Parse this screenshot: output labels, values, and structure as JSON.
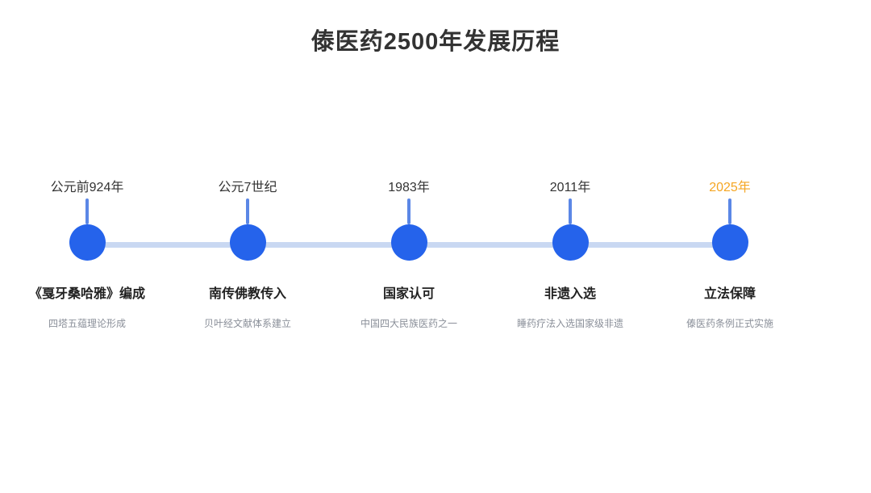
{
  "page": {
    "title": "傣医药2500年发展历程"
  },
  "colors": {
    "node_blue": "#2563eb",
    "stem_blue": "#5b87e6",
    "line_light_blue": "#c9d8f2",
    "highlight_orange": "#f5a623",
    "title_dark": "#333333",
    "subtitle_gray": "#8a8f99"
  },
  "timeline": {
    "items": [
      {
        "date": "公元前924年",
        "title": "《戛牙桑哈雅》编成",
        "subtitle": "四塔五蕴理论形成",
        "highlight": false
      },
      {
        "date": "公元7世纪",
        "title": "南传佛教传入",
        "subtitle": "贝叶经文献体系建立",
        "highlight": false
      },
      {
        "date": "1983年",
        "title": "国家认可",
        "subtitle": "中国四大民族医药之一",
        "highlight": false
      },
      {
        "date": "2011年",
        "title": "非遗入选",
        "subtitle": "睡药疗法入选国家级非遗",
        "highlight": false
      },
      {
        "date": "2025年",
        "title": "立法保障",
        "subtitle": "傣医药条例正式实施",
        "highlight": true
      }
    ]
  }
}
